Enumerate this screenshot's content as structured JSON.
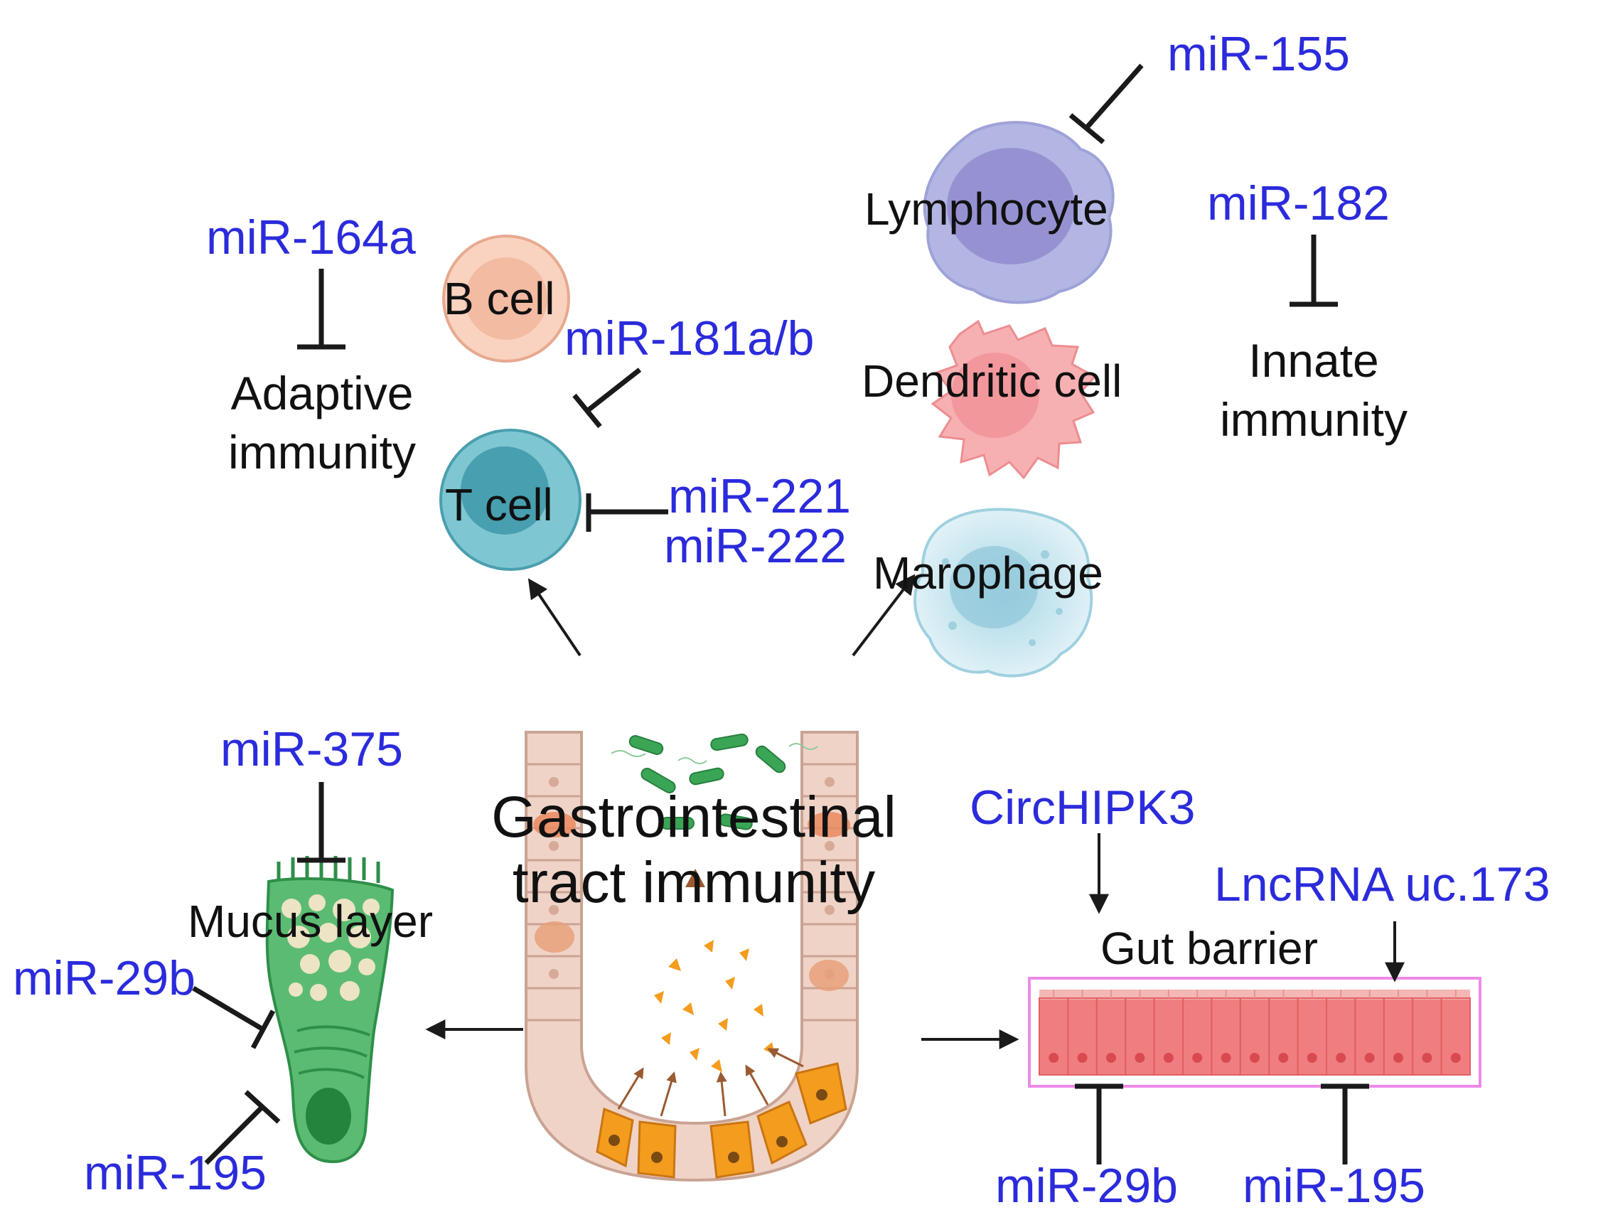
{
  "title": {
    "line1": "Gastrointestinal",
    "line2": "tract immunity"
  },
  "cells": {
    "b_cell": "B cell",
    "t_cell": "T cell",
    "lymphocyte": "Lymphocyte",
    "dendritic": "Dendritic cell",
    "macrophage": "Marophage"
  },
  "categories": {
    "adaptive_1": "Adaptive",
    "adaptive_2": "immunity",
    "innate_1": "Innate",
    "innate_2": "immunity",
    "mucus": "Mucus layer",
    "gut_barrier": "Gut barrier"
  },
  "regulators": {
    "mir155": "miR-155",
    "mir164a": "miR-164a",
    "mir181ab": "miR-181a/b",
    "mir182": "miR-182",
    "mir221": "miR-221",
    "mir222": "miR-222",
    "mir375": "miR-375",
    "mir29b_left": "miR-29b",
    "mir195_left": "miR-195",
    "circhipk3": "CircHIPK3",
    "lncrna": "LncRNA uc.173",
    "mir29b_right": "miR-29b",
    "mir195_right": "miR-195"
  },
  "colors": {
    "regulator_text": "#2b2bdc",
    "b_cell": "#f6c6b0",
    "t_cell": "#5fb6c6",
    "lymphocyte": "#a9acdf",
    "dendritic": "#f5a3a6",
    "macrophage": "#cde8f0",
    "goblet_cell": "#3aa55a",
    "barrier_cells": "#f07e80",
    "barrier_frame": "#ee8ae8",
    "paneth_cells": "#f39c1e",
    "bacteria": "#3ba556"
  },
  "icons": [
    "inhibition-bar-icon",
    "activation-arrow-icon",
    "bacterium-icon",
    "villus-crypt-icon",
    "goblet-cell-icon"
  ]
}
